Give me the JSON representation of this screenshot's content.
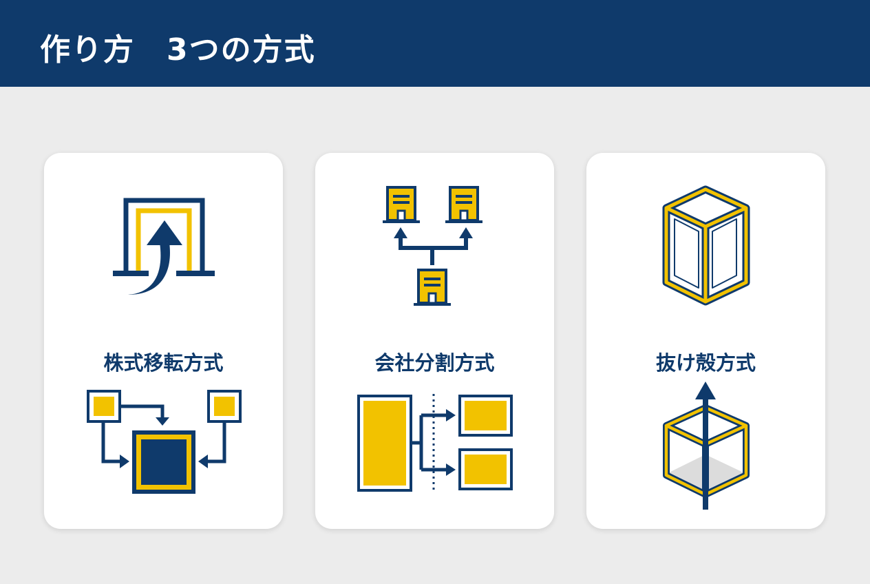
{
  "header": {
    "title": "作り方　3つの方式"
  },
  "colors": {
    "navy": "#0f3a6b",
    "yellow": "#f2c200",
    "background": "#ececec"
  },
  "cards": [
    {
      "label": "株式移転方式",
      "icons": [
        "door-arrow-icon",
        "boxes-merge-icon"
      ]
    },
    {
      "label": "会社分割方式",
      "icons": [
        "building-split-icon",
        "block-split-icon"
      ]
    },
    {
      "label": "抜け殻方式",
      "icons": [
        "empty-prism-icon",
        "shell-arrow-icon"
      ]
    }
  ]
}
